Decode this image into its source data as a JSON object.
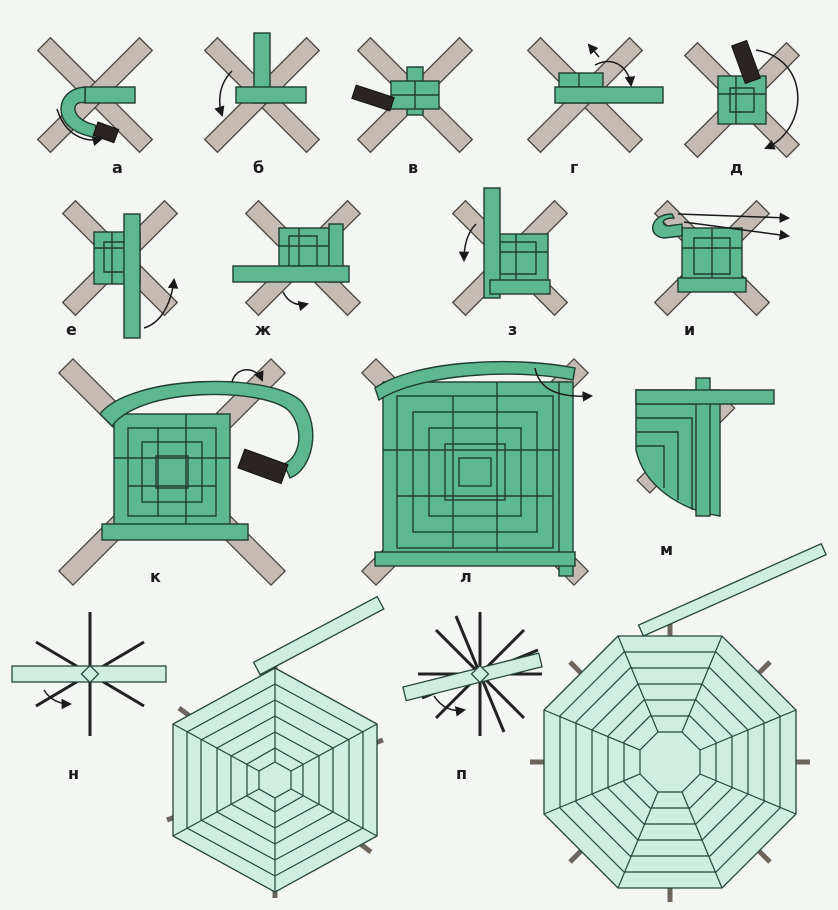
{
  "steps": {
    "a": "а",
    "b": "б",
    "v": "в",
    "g": "г",
    "d": "д",
    "e": "е",
    "zh": "ж",
    "z": "з",
    "i": "и",
    "k": "к",
    "l": "л",
    "m": "м",
    "n": "н",
    "p": "п"
  },
  "colors": {
    "strip": "#5db892",
    "strip_pale": "#cfeee0",
    "stick": "#c4bcb4",
    "dark_end": "#2a2422"
  }
}
